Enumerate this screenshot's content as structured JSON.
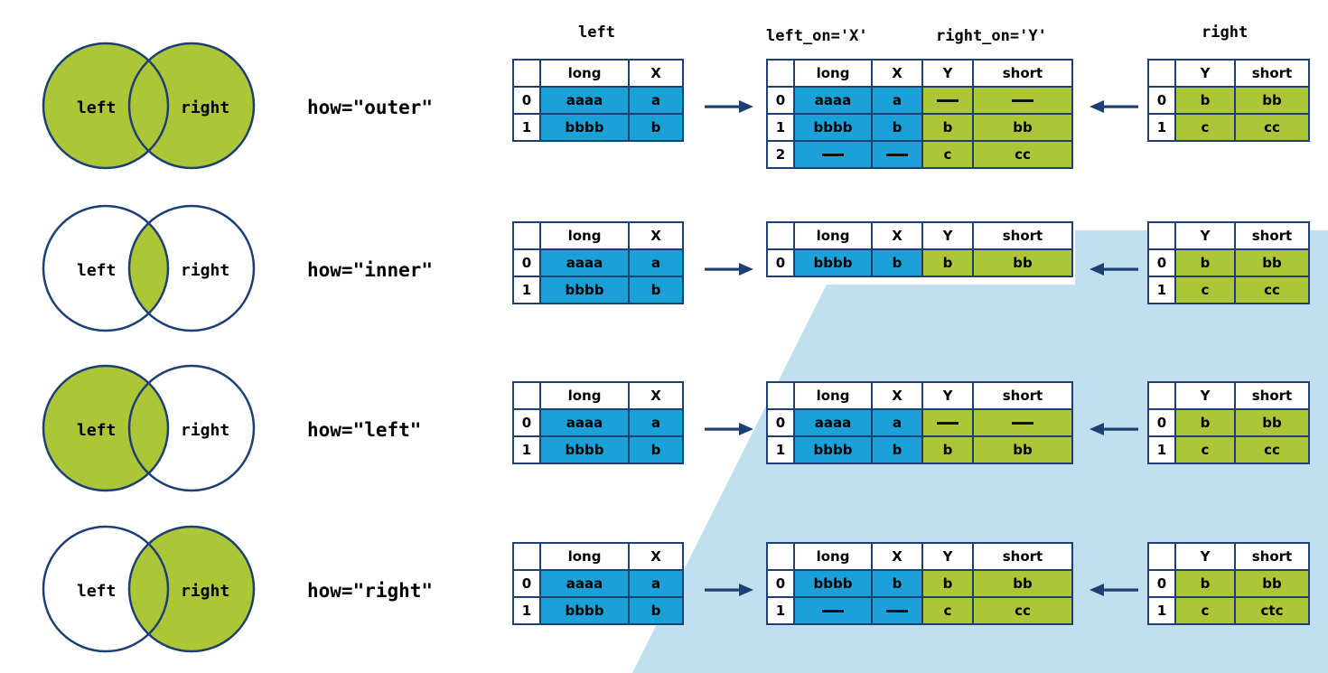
{
  "colors": {
    "left_blue": "#1ba0d8",
    "right_green": "#adc637",
    "border_navy": "#1e3f74",
    "background_shape": "#c1dfef"
  },
  "headers": {
    "left": "left",
    "left_on": "left_on='X'",
    "right_on": "right_on='Y'",
    "right": "right"
  },
  "columns": {
    "left": [
      "long",
      "X"
    ],
    "result": [
      "long",
      "X",
      "Y",
      "short"
    ],
    "right": [
      "Y",
      "short"
    ]
  },
  "rows": [
    {
      "how": "how=\"outer\"",
      "venn": {
        "left_label": "left",
        "right_label": "right",
        "highlight": "union"
      },
      "left_table": [
        [
          "0",
          "aaaa",
          "a"
        ],
        [
          "1",
          "bbbb",
          "b"
        ]
      ],
      "result_table": [
        [
          "0",
          "aaaa",
          "a",
          "—",
          "—"
        ],
        [
          "1",
          "bbbb",
          "b",
          "b",
          "bb"
        ],
        [
          "2",
          "—",
          "—",
          "c",
          "cc"
        ]
      ],
      "right_table": [
        [
          "0",
          "b",
          "bb"
        ],
        [
          "1",
          "c",
          "cc"
        ]
      ]
    },
    {
      "how": "how=\"inner\"",
      "venn": {
        "left_label": "left",
        "right_label": "right",
        "highlight": "intersection"
      },
      "left_table": [
        [
          "0",
          "aaaa",
          "a"
        ],
        [
          "1",
          "bbbb",
          "b"
        ]
      ],
      "result_table": [
        [
          "0",
          "bbbb",
          "b",
          "b",
          "bb"
        ]
      ],
      "right_table": [
        [
          "0",
          "b",
          "bb"
        ],
        [
          "1",
          "c",
          "cc"
        ]
      ]
    },
    {
      "how": "how=\"left\"",
      "venn": {
        "left_label": "left",
        "right_label": "right",
        "highlight": "left"
      },
      "left_table": [
        [
          "0",
          "aaaa",
          "a"
        ],
        [
          "1",
          "bbbb",
          "b"
        ]
      ],
      "result_table": [
        [
          "0",
          "aaaa",
          "a",
          "—",
          "—"
        ],
        [
          "1",
          "bbbb",
          "b",
          "b",
          "bb"
        ]
      ],
      "right_table": [
        [
          "0",
          "b",
          "bb"
        ],
        [
          "1",
          "c",
          "cc"
        ]
      ]
    },
    {
      "how": "how=\"right\"",
      "venn": {
        "left_label": "left",
        "right_label": "right",
        "highlight": "right"
      },
      "left_table": [
        [
          "0",
          "aaaa",
          "a"
        ],
        [
          "1",
          "bbbb",
          "b"
        ]
      ],
      "result_table": [
        [
          "0",
          "bbbb",
          "b",
          "b",
          "bb"
        ],
        [
          "1",
          "—",
          "—",
          "c",
          "cc"
        ]
      ],
      "right_table": [
        [
          "0",
          "b",
          "bb"
        ],
        [
          "1",
          "c",
          "ctc"
        ]
      ]
    }
  ]
}
